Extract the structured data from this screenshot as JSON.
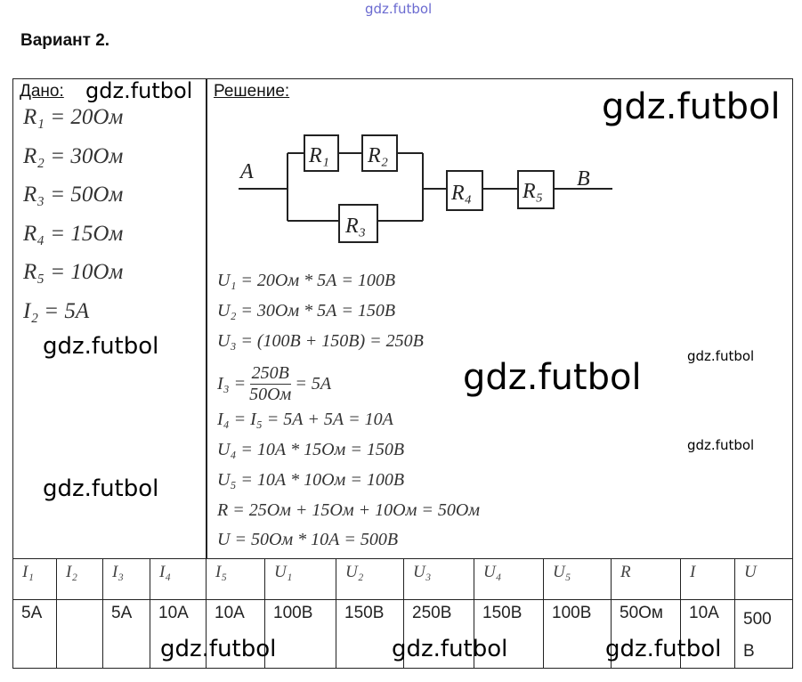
{
  "watermark": "gdz.futbol",
  "title": "Вариант 2.",
  "given": {
    "label": "Дано:",
    "items": [
      "R₁ = 20Ом",
      "R₂ = 30Ом",
      "R₃ = 50Ом",
      "R₄ = 15Ом",
      "R₅ = 10Ом",
      "I₂ = 5А"
    ]
  },
  "solution": {
    "label": "Решение:",
    "circuit": {
      "A": "A",
      "B": "B",
      "R1": "R₁",
      "R2": "R₂",
      "R3": "R₃",
      "R4": "R₄",
      "R5": "R₅"
    },
    "lines": [
      "U₁ = 20Ом * 5А = 100В",
      "U₂ = 30Ом * 5А = 150В",
      "U₃ = (100В + 150В) = 250В"
    ],
    "i3": {
      "lhs": "I₃ =",
      "num": "250В",
      "den": "50Ом",
      "rhs": "= 5А"
    },
    "lines2": [
      "I₄ = I₅ = 5А + 5А = 10А",
      "U₄ = 10А * 15Ом = 150В",
      "U₅ = 10А * 10Ом = 100В",
      "R = 25Ом + 15Ом + 10Ом = 50Ом",
      "U = 50Ом * 10А = 500В"
    ]
  },
  "table": {
    "headers": [
      "I₁",
      "I₂",
      "I₃",
      "I₄",
      "I₅",
      "U₁",
      "U₂",
      "U₃",
      "U₄",
      "U₅",
      "R",
      "I",
      "U"
    ],
    "values": [
      "5А",
      "",
      "5А",
      "10А",
      "10А",
      "100В",
      "150В",
      "250В",
      "150В",
      "100В",
      "50Ом",
      "10А",
      "500 В"
    ]
  }
}
